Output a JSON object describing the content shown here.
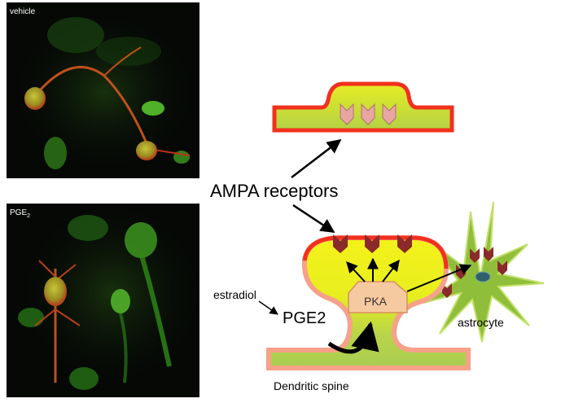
{
  "panels": {
    "vehicle_label": "vehicle",
    "pge_label": "PGE",
    "pge_sub": "2"
  },
  "diagram": {
    "ampa_label": "AMPA receptors",
    "estradiol_label": "estradiol",
    "pge2_label": "PGE2",
    "pka_label": "PKA",
    "astrocyte_label": "astrocyte",
    "spine_label": "Dendritic spine"
  },
  "colors": {
    "membrane_red": "#f2301e",
    "membrane_pink": "#f7a08a",
    "cytoplasm_yellow": "#f3f21a",
    "cytoplasm_green": "#a9cd52",
    "receptor_dark": "#8a2a2a",
    "receptor_light": "#e7a6a2",
    "pka_fill": "#f6caa0",
    "astrocyte_green": "#8fbf3a"
  }
}
